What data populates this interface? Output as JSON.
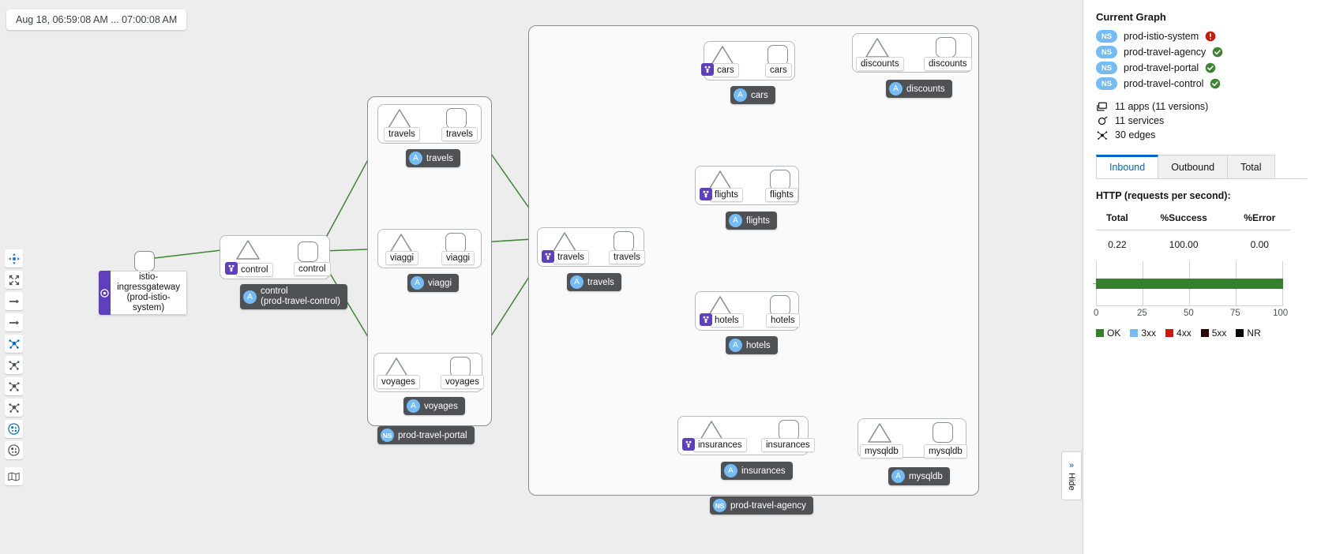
{
  "time_range": "Aug 18, 06:59:08 AM ... 07:00:08 AM",
  "toolbar": [
    {
      "name": "drag-mode-icon",
      "title": "Drag"
    },
    {
      "name": "fit-to-screen-icon",
      "title": "Fit to Screen"
    },
    {
      "name": "zoom-in-arrow-icon",
      "title": "Zoom In"
    },
    {
      "name": "zoom-out-arrow-icon",
      "title": "Zoom Out"
    },
    {
      "name": "layout-dagre-icon",
      "title": "Layout Dagre"
    },
    {
      "name": "layout-grid-icon",
      "title": "Layout Grid"
    },
    {
      "name": "layout-cose-icon",
      "title": "Layout Cose"
    },
    {
      "name": "layout-concentric-icon",
      "title": "Layout Concentric"
    },
    {
      "name": "namespace-box-icon",
      "title": "Namespace Boxing"
    },
    {
      "name": "cluster-box-icon",
      "title": "Cluster Boxing"
    },
    {
      "name": "legend-map-icon",
      "title": "Legend"
    }
  ],
  "hide_tab": {
    "label": "Hide",
    "chevron": "»"
  },
  "graph": {
    "namespaces": [
      {
        "name": "prod-travel-portal",
        "badge": "NS"
      },
      {
        "name": "prod-travel-agency",
        "badge": "NS"
      }
    ],
    "gateway": {
      "line1": "istio-ingressgateway",
      "line2": "(prod-istio-system)",
      "icon": "gateway-icon"
    },
    "apps": [
      {
        "app": "control",
        "service": "control",
        "workload": "control",
        "badge": "A",
        "vs": true,
        "tooltip_line1": "control",
        "tooltip_line2": "(prod-travel-control)"
      },
      {
        "app": "travels",
        "service": "travels",
        "workload": "travels",
        "badge": "A",
        "vs": false
      },
      {
        "app": "viaggi",
        "service": "viaggi",
        "workload": "viaggi",
        "badge": "A",
        "vs": false
      },
      {
        "app": "voyages",
        "service": "voyages",
        "workload": "voyages",
        "badge": "A",
        "vs": false
      },
      {
        "app": "travels",
        "service": "travels",
        "workload": "travels",
        "badge": "A",
        "vs": true
      },
      {
        "app": "cars",
        "service": "cars",
        "workload": "cars",
        "badge": "A",
        "vs": true
      },
      {
        "app": "flights",
        "service": "flights",
        "workload": "flights",
        "badge": "A",
        "vs": true
      },
      {
        "app": "hotels",
        "service": "hotels",
        "workload": "hotels",
        "badge": "A",
        "vs": true
      },
      {
        "app": "insurances",
        "service": "insurances",
        "workload": "insurances",
        "badge": "A",
        "vs": true
      },
      {
        "app": "discounts",
        "service": "discounts",
        "workload": "discounts",
        "badge": "A",
        "vs": false
      },
      {
        "app": "mysqldb",
        "service": "mysqldb",
        "workload": "mysqldb",
        "badge": "A",
        "vs": false
      }
    ],
    "edge_colors": {
      "http": "#3e8635",
      "tcp": "#0a4d73"
    }
  },
  "panel": {
    "title": "Current Graph",
    "namespaces": [
      {
        "badge": "NS",
        "name": "prod-istio-system",
        "status": "error"
      },
      {
        "badge": "NS",
        "name": "prod-travel-agency",
        "status": "ok"
      },
      {
        "badge": "NS",
        "name": "prod-travel-portal",
        "status": "ok"
      },
      {
        "badge": "NS",
        "name": "prod-travel-control",
        "status": "ok"
      }
    ],
    "summary": [
      {
        "icon": "apps-icon",
        "text": "11 apps (11 versions)"
      },
      {
        "icon": "services-icon",
        "text": "11 services"
      },
      {
        "icon": "edges-icon",
        "text": "30 edges"
      }
    ],
    "tabs": [
      {
        "label": "Inbound",
        "active": true
      },
      {
        "label": "Outbound",
        "active": false
      },
      {
        "label": "Total",
        "active": false
      }
    ],
    "http_header": "HTTP (requests per second):",
    "metrics": {
      "headers": [
        "Total",
        "%Success",
        "%Error"
      ],
      "values": [
        "0.22",
        "100.00",
        "0.00"
      ]
    },
    "status_colors": {
      "ok": "#3e8635",
      "error": "#c9190b"
    }
  },
  "chart_data": {
    "type": "bar",
    "title": "HTTP (requests per second):",
    "categories": [
      "OK"
    ],
    "values": [
      100
    ],
    "orientation": "horizontal",
    "xlabel": "",
    "ylabel": "",
    "xlim": [
      0,
      100
    ],
    "xticks": [
      0,
      25,
      50,
      75,
      100
    ],
    "xticklabels": [
      "0",
      "25",
      "50",
      "75",
      "100"
    ],
    "grid": true,
    "legend_position": "bottom",
    "legend": [
      {
        "label": "OK",
        "color": "#36802d"
      },
      {
        "label": "3xx",
        "color": "#73bcf7"
      },
      {
        "label": "4xx",
        "color": "#c9190b"
      },
      {
        "label": "5xx",
        "color": "#2c0000"
      },
      {
        "label": "NR",
        "color": "#000000"
      }
    ]
  }
}
